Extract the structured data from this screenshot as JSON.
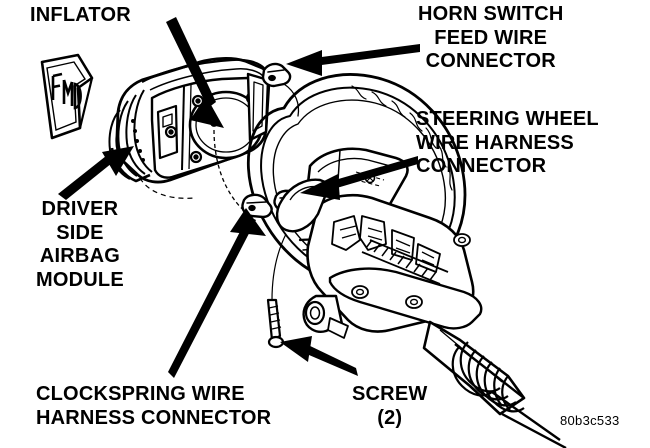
{
  "figure": {
    "kind": "automotive-service-line-drawing",
    "subject": "Driver side airbag module, steering wheel and steering column",
    "reference_code": "80b3c533",
    "ink_color": "#000000",
    "background_color": "#ffffff"
  },
  "labels": {
    "inflator": "INFLATOR",
    "horn_switch": "HORN SWITCH\nFEED WIRE\nCONNECTOR",
    "steering_wheel_harness": "STEERING WHEEL\nWIRE HARNESS\nCONNECTOR",
    "driver_airbag": "DRIVER\nSIDE\nAIRBAG\nMODULE",
    "clockspring": "CLOCKSPRING WIRE\nHARNESS CONNECTOR",
    "screw": "SCREW\n(2)",
    "fwd_tag": "FWD"
  },
  "callouts": [
    {
      "name": "inflator",
      "text": "INFLATOR",
      "points_to": "inflator canister on rear of airbag module",
      "arrow": "solid-tapered",
      "direction": "down-right"
    },
    {
      "name": "horn-switch-feed-wire-connector",
      "text": "HORN SWITCH FEED WIRE CONNECTOR",
      "points_to": "connector at top of steering wheel hub",
      "arrow": "solid-tapered",
      "direction": "left"
    },
    {
      "name": "steering-wheel-wire-harness-connector",
      "text": "STEERING WHEEL WIRE HARNESS CONNECTOR",
      "points_to": "connector on steering wheel lower spoke",
      "arrow": "solid-tapered",
      "direction": "left"
    },
    {
      "name": "driver-side-airbag-module",
      "text": "DRIVER SIDE AIRBAG MODULE",
      "points_to": "airbag module cover edge",
      "arrow": "solid-tapered",
      "direction": "up-right"
    },
    {
      "name": "clockspring-wire-harness-connector",
      "text": "CLOCKSPRING WIRE HARNESS CONNECTOR",
      "points_to": "clockspring connector behind steering wheel",
      "arrow": "solid-tapered",
      "direction": "up-right"
    },
    {
      "name": "screw",
      "text": "SCREW (2)",
      "points_to": "screw on lower steering column",
      "arrow": "solid-tapered",
      "direction": "up-left"
    }
  ],
  "parts": [
    "driver side airbag module",
    "inflator",
    "steering wheel rim",
    "steering column shroud",
    "steering column body",
    "steering shaft with coupling boot",
    "FWD orientation tag",
    "mounting screws"
  ]
}
